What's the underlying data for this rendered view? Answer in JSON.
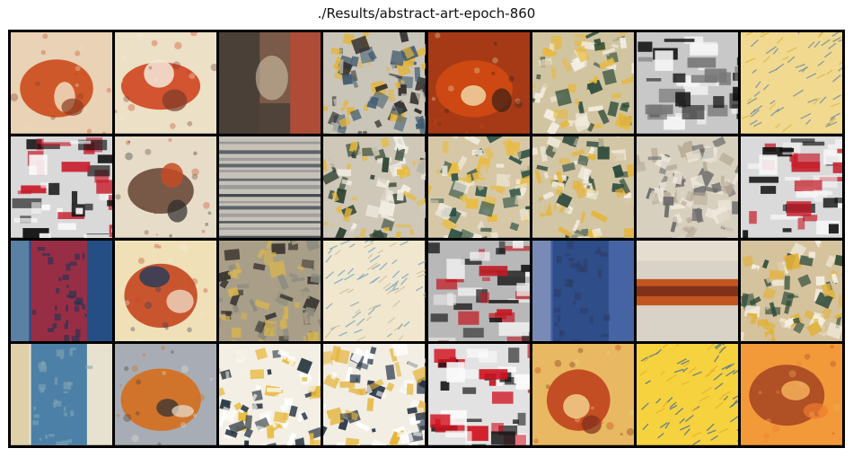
{
  "title": "./Results/abstract-art-epoch-860",
  "tiles": [
    {
      "style": "blob",
      "bg": "#e9d2b5",
      "c1": "#cc4a1c",
      "c2": "#f0dcc0",
      "c3": "#8a3a20"
    },
    {
      "style": "blob",
      "bg": "#ece0c6",
      "c1": "#d0451f",
      "c2": "#f3e9d8",
      "c3": "#7b3a2a"
    },
    {
      "style": "portrait",
      "bg": "#7a5a48",
      "c1": "#b44a35",
      "c2": "#3e3a34",
      "c3": "#cfc2a8"
    },
    {
      "style": "noise",
      "bg": "#c9c5b8",
      "c1": "#e4b43a",
      "c2": "#3f5a6f",
      "c3": "#2e2b2a"
    },
    {
      "style": "blob",
      "bg": "#a73a16",
      "c1": "#d14a12",
      "c2": "#f0d6a5",
      "c3": "#3a1f16"
    },
    {
      "style": "noise",
      "bg": "#d1c4a0",
      "c1": "#e7b93f",
      "c2": "#2f4d3a",
      "c3": "#f6f1e6"
    },
    {
      "style": "bw",
      "bg": "#c8c8c8",
      "c1": "#111",
      "c2": "#f5f5f5",
      "c3": "#777"
    },
    {
      "style": "yellow",
      "bg": "#f0d88a",
      "c1": "#d7b233",
      "c2": "#5d7fa0",
      "c3": "#f6e7b2"
    },
    {
      "style": "bw",
      "bg": "#d9d9d9",
      "c1": "#111",
      "c2": "#fafafa",
      "c3": "#c8192a"
    },
    {
      "style": "blob",
      "bg": "#e7dcc7",
      "c1": "#6b4a3a",
      "c2": "#c54b24",
      "c3": "#2c2b2a"
    },
    {
      "style": "waves",
      "bg": "#c7c2b8",
      "c1": "#2f3b48",
      "c2": "#e8e1d6",
      "c3": "#8a8c90"
    },
    {
      "style": "noise",
      "bg": "#cfc7b7",
      "c1": "#e6ba3c",
      "c2": "#2a3f2e",
      "c3": "#f3efe5"
    },
    {
      "style": "noise",
      "bg": "#d6c8a7",
      "c1": "#e9bb3e",
      "c2": "#2b5145",
      "c3": "#f2ede0"
    },
    {
      "style": "noise",
      "bg": "#d3c6a5",
      "c1": "#e5b43a",
      "c2": "#2d4a3c",
      "c3": "#f4efe4"
    },
    {
      "style": "noise",
      "bg": "#d8d0bf",
      "c1": "#b9ad98",
      "c2": "#6a6a6a",
      "c3": "#efe9dc"
    },
    {
      "style": "bw",
      "bg": "#dadada",
      "c1": "#111",
      "c2": "#f6f6f6",
      "c3": "#c51d2a"
    },
    {
      "style": "blue",
      "bg": "#254f84",
      "c1": "#a52a3e",
      "c2": "#7fa1b8",
      "c3": "#1c3355"
    },
    {
      "style": "blob",
      "bg": "#efe0b8",
      "c1": "#c44620",
      "c2": "#2d3d5a",
      "c3": "#f3ead6"
    },
    {
      "style": "noise",
      "bg": "#a99f88",
      "c1": "#3a3530",
      "c2": "#d6b453",
      "c3": "#8a8a7f"
    },
    {
      "style": "yellow",
      "bg": "#efe5cc",
      "c1": "#c9b98f",
      "c2": "#6b9ab7",
      "c3": "#f6f0df"
    },
    {
      "style": "bw",
      "bg": "#b8b8b8",
      "c1": "#1b1b1b",
      "c2": "#ececec",
      "c3": "#c01b25"
    },
    {
      "style": "blue",
      "bg": "#4663a4",
      "c1": "#2b4a86",
      "c2": "#9aa7c4",
      "c3": "#2c3d66"
    },
    {
      "style": "band",
      "bg": "#d9d3c7",
      "c1": "#c2561f",
      "c2": "#7a2d17",
      "c3": "#f1e8da"
    },
    {
      "style": "noise",
      "bg": "#d5c39e",
      "c1": "#e1b23b",
      "c2": "#2f4c3b",
      "c3": "#f5f0e3"
    },
    {
      "style": "blue",
      "bg": "#e6e2cf",
      "c1": "#3c76a1",
      "c2": "#d8c68d",
      "c3": "#80a7b5"
    },
    {
      "style": "blob",
      "bg": "#a8adb5",
      "c1": "#d46e1c",
      "c2": "#4a3a31",
      "c3": "#e9e2d6"
    },
    {
      "style": "noise",
      "bg": "#f3efe5",
      "c1": "#e7b83b",
      "c2": "#1e2d3a",
      "c3": "#ffffff"
    },
    {
      "style": "noise",
      "bg": "#f2eee4",
      "c1": "#e4b236",
      "c2": "#223042",
      "c3": "#ffffff"
    },
    {
      "style": "bw",
      "bg": "#e2e2e2",
      "c1": "#141414",
      "c2": "#fbfbfb",
      "c3": "#d0121f"
    },
    {
      "style": "blob",
      "bg": "#e8b862",
      "c1": "#c0431d",
      "c2": "#f2d08b",
      "c3": "#7d2c19"
    },
    {
      "style": "yellow",
      "bg": "#f6cf35",
      "c1": "#e1a823",
      "c2": "#2f5d97",
      "c3": "#f9e17a"
    },
    {
      "style": "blob",
      "bg": "#f29a3a",
      "c1": "#a94824",
      "c2": "#f4b05b",
      "c3": "#ee7a2d"
    }
  ]
}
